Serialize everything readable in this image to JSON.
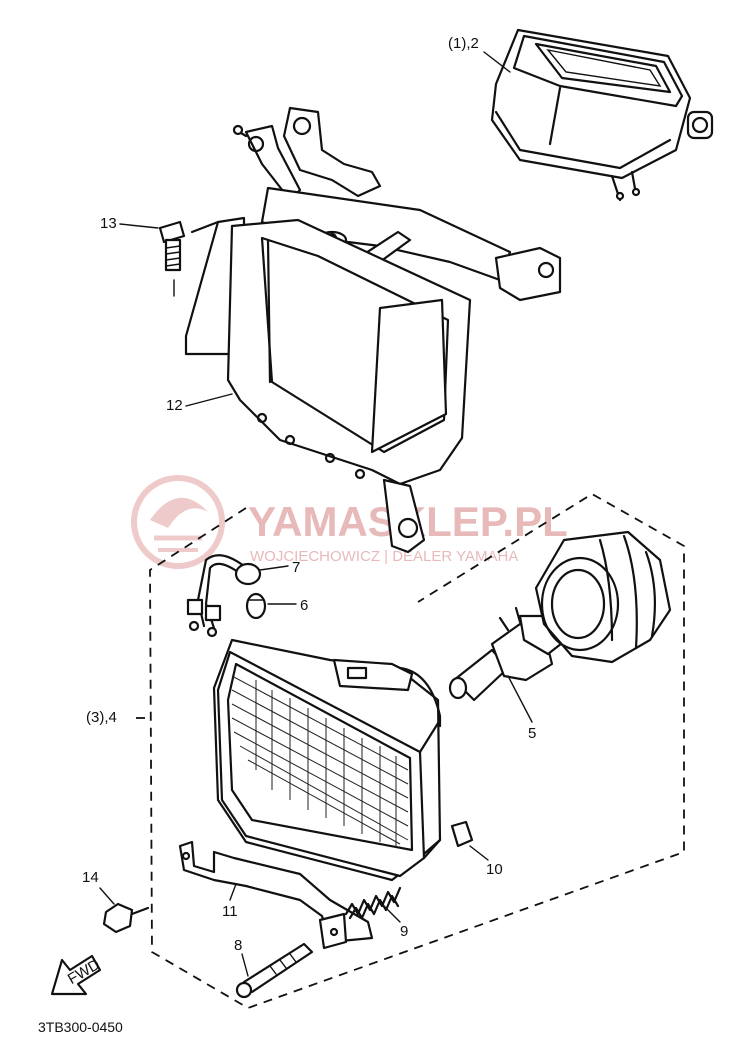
{
  "diagram": {
    "code": "3TB300-0450",
    "labels": {
      "p1_2": "(1),2",
      "p13": "13",
      "p12": "12",
      "p7": "7",
      "p6": "6",
      "p3_4": "(3),4",
      "p5": "5",
      "p10": "10",
      "p14": "14",
      "p11": "11",
      "p9": "9",
      "p8": "8",
      "fwd": "FWD"
    },
    "watermark": {
      "title": "YAMASKLEP.PL",
      "subtitle": "WOJCIECHOWICZ | DEALER YAMAHA"
    }
  }
}
